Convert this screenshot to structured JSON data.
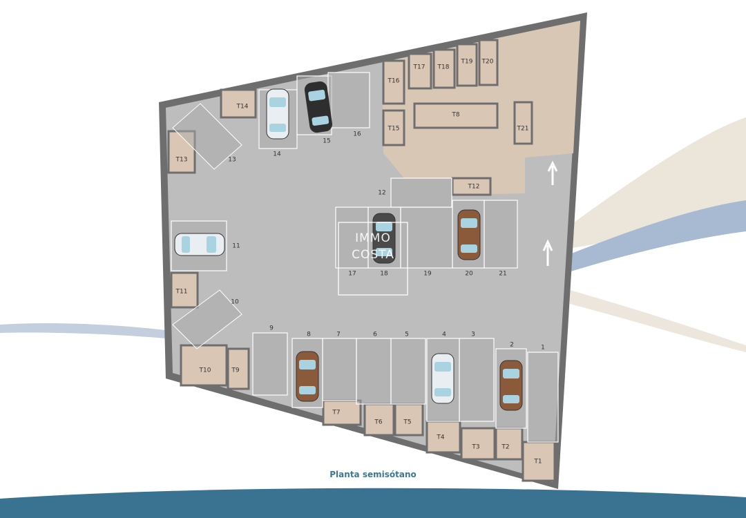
{
  "caption": "Planta semisótano",
  "watermark": {
    "line1": "IMMO",
    "line2": "COSTA"
  },
  "colors": {
    "band": "#3a7391",
    "wall": "#6e6e6e",
    "floor": "#b9b9b9",
    "storage": "#d9c6b4",
    "swoosh_blue": "#9fb3cc",
    "swoosh_beige": "#e6dfd3"
  },
  "parking_spaces": [
    "1",
    "2",
    "3",
    "4",
    "5",
    "6",
    "7",
    "8",
    "9",
    "10",
    "11",
    "12",
    "13",
    "14",
    "15",
    "16",
    "17",
    "18",
    "19",
    "20",
    "21"
  ],
  "storage_rooms": [
    "T1",
    "T2",
    "T3",
    "T4",
    "T5",
    "T6",
    "T7",
    "T8",
    "T9",
    "T10",
    "T11",
    "T12",
    "T13",
    "T14",
    "T15",
    "T16",
    "T17",
    "T18",
    "T19",
    "T20",
    "T21"
  ],
  "cars": [
    "white",
    "black",
    "white",
    "dark-grey",
    "brown",
    "brown",
    "white",
    "brown"
  ],
  "arrows": [
    "up-arrow",
    "up-arrow"
  ]
}
